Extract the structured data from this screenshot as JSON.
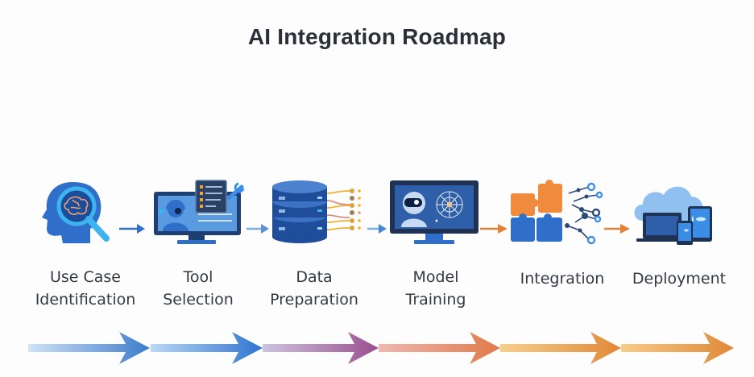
{
  "title": "AI Integration Roadmap",
  "steps": [
    {
      "label_line1": "Use Case",
      "label_line2": "Identification",
      "icon": "head-magnifier-brain-icon"
    },
    {
      "label_line1": "Tool",
      "label_line2": "Selection",
      "icon": "monitor-checklist-wrench-icon"
    },
    {
      "label_line1": "Data",
      "label_line2": "Preparation",
      "icon": "database-stack-icon"
    },
    {
      "label_line1": "Model",
      "label_line2": "Training",
      "icon": "monitor-robot-network-icon"
    },
    {
      "label_line1": "Integration",
      "label_line2": "",
      "icon": "puzzle-network-icon"
    },
    {
      "label_line1": "Deployment",
      "label_line2": "",
      "icon": "cloud-devices-icon"
    }
  ],
  "colors": {
    "background": "#fdfdfd",
    "title": "#2a2f38",
    "blue": "#2f6fca",
    "dark_blue": "#1f3f73",
    "purple": "#9a5a9a",
    "orange": "#e0823a",
    "light_orange": "#f4b25a"
  },
  "timeline_segments": [
    {
      "from": "#cfe3f8",
      "to": "#3d7ccc"
    },
    {
      "from": "#b9d8f6",
      "to": "#2f73d0"
    },
    {
      "from": "#cdc3e0",
      "to": "#9b4f8e"
    },
    {
      "from": "#f0b8b0",
      "to": "#e07a48"
    },
    {
      "from": "#f8d08a",
      "to": "#e08838"
    },
    {
      "from": "#f8cc88",
      "to": "#e08838"
    }
  ]
}
